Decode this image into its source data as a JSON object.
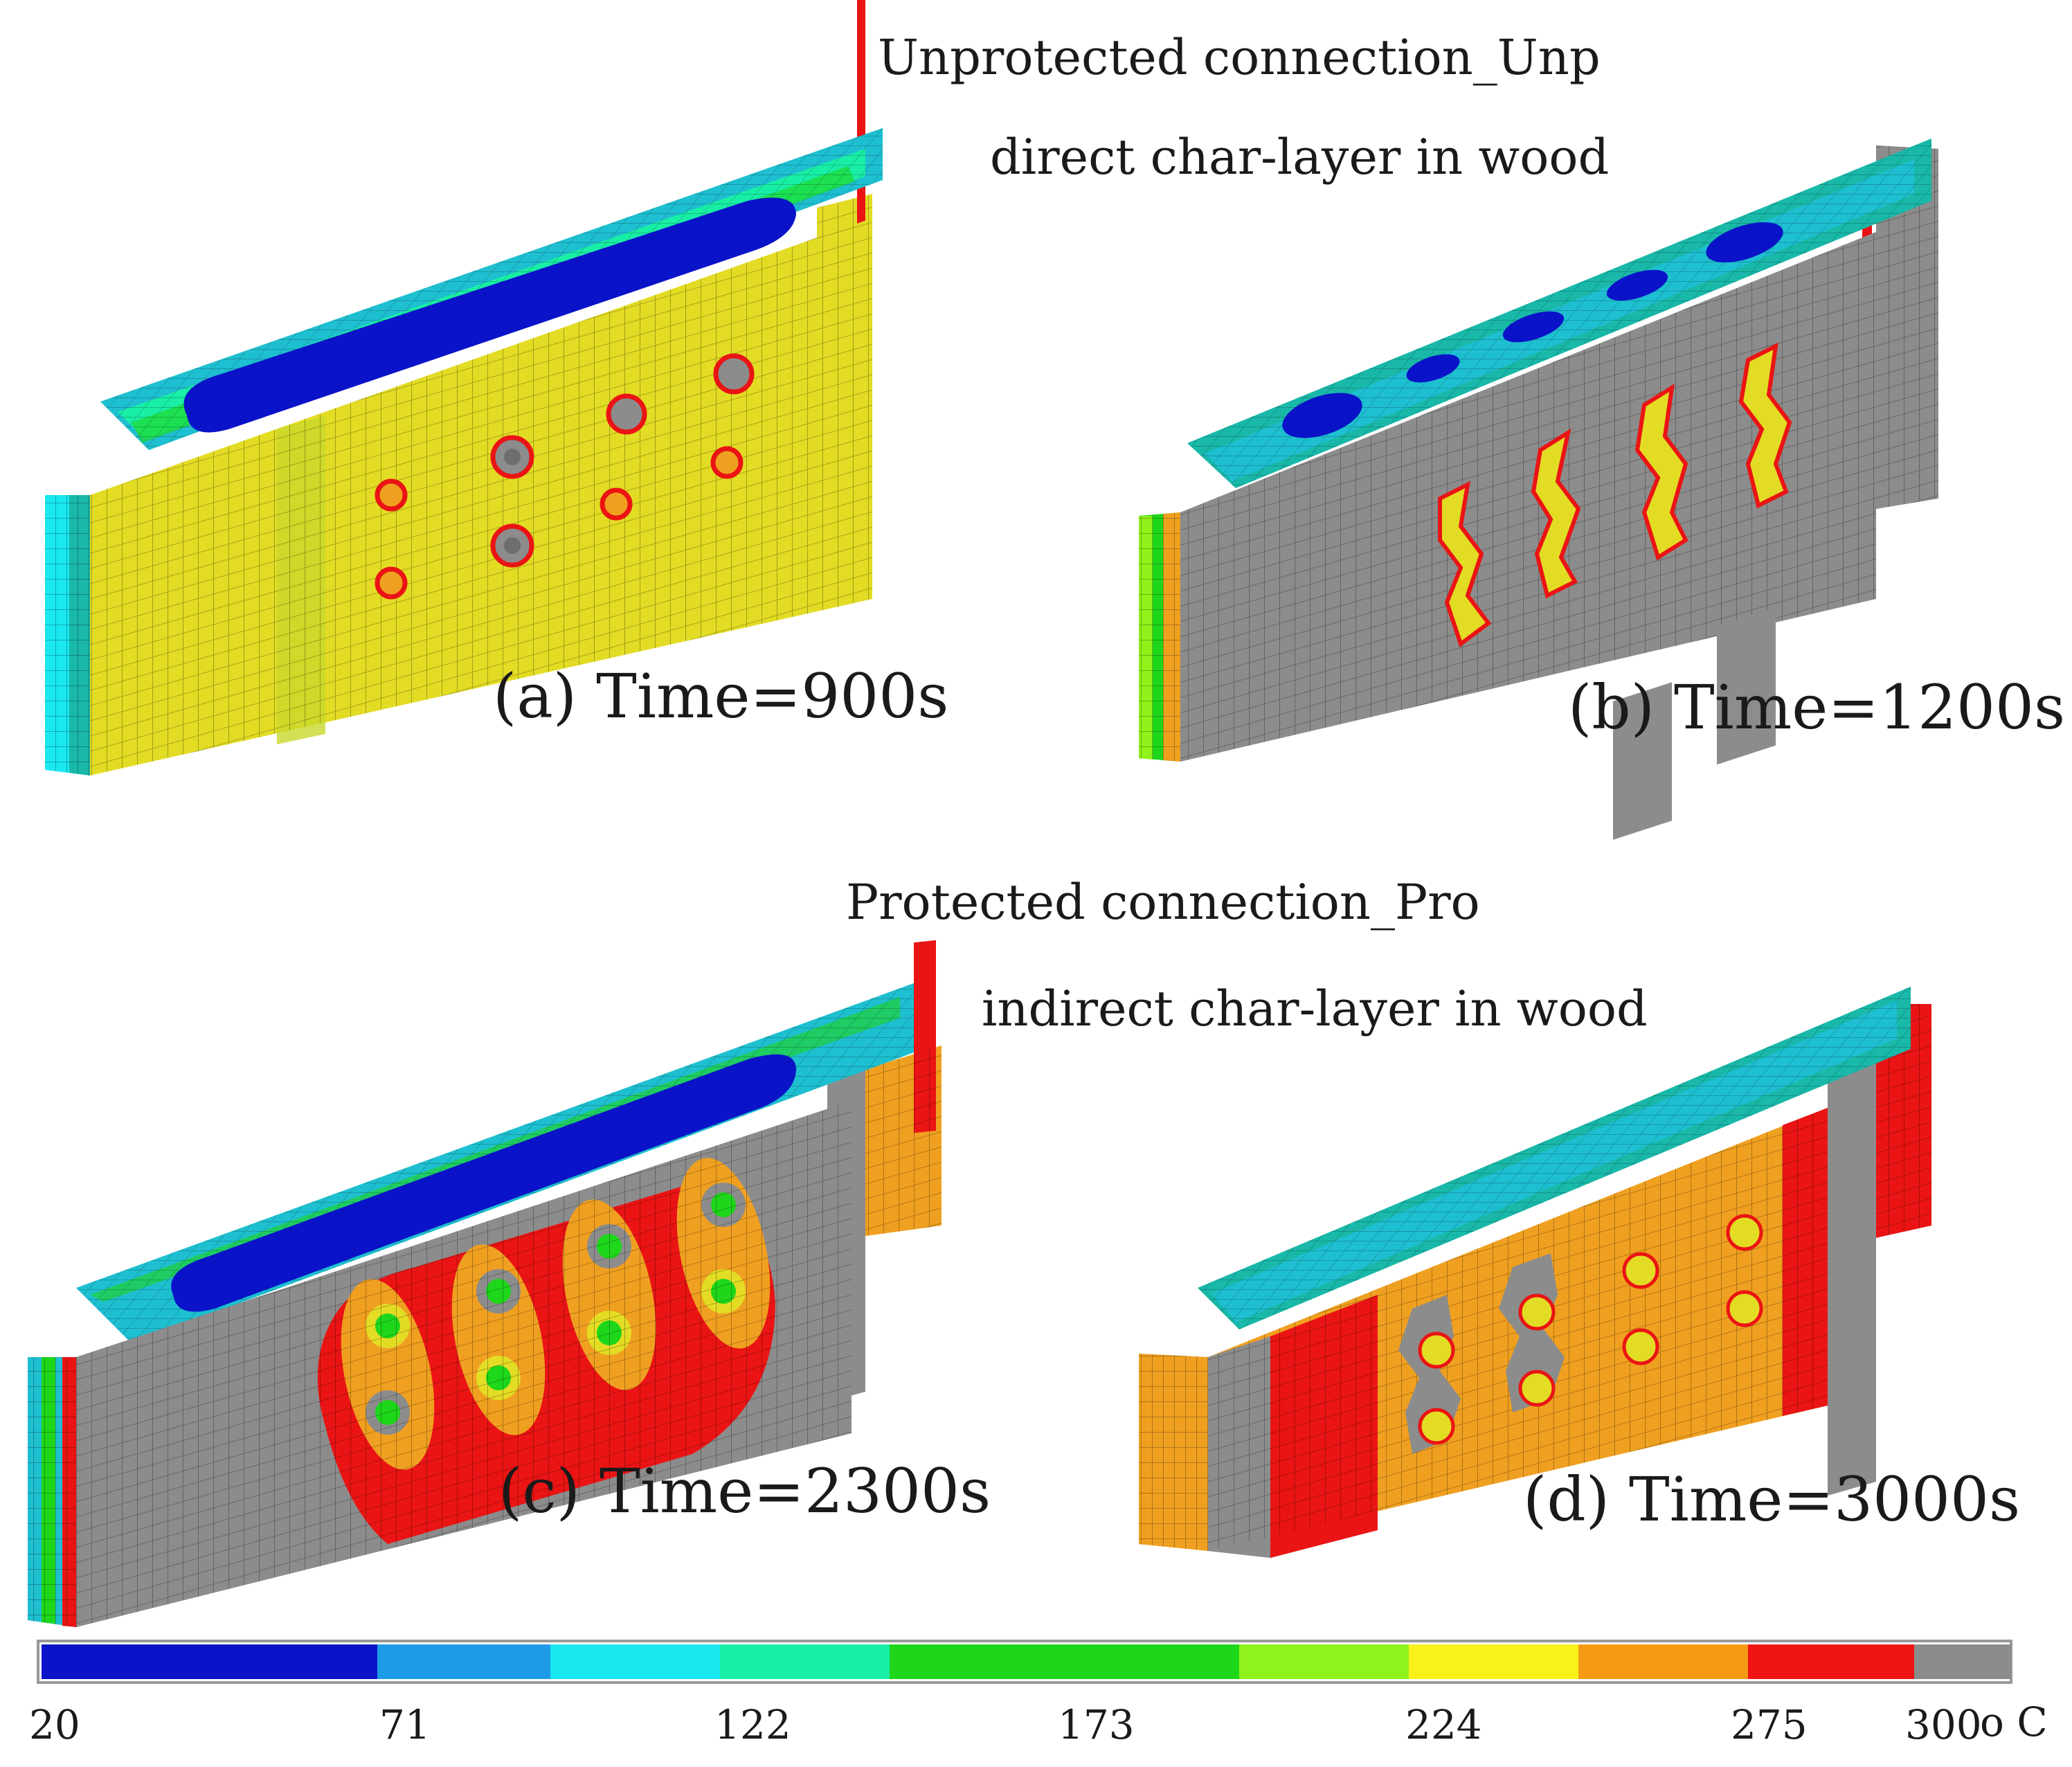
{
  "headings": {
    "unprotected": "Unprotected connection_Unp",
    "unprotected_sub": "direct char-layer in wood",
    "protected": "Protected connection_Pro",
    "protected_sub": "indirect char-layer in wood"
  },
  "panels": [
    {
      "label": "(a)",
      "time": "Time=900s"
    },
    {
      "label": "(b)",
      "time": "Time=1200s"
    },
    {
      "label": "(c)",
      "time": "Time=2300s"
    },
    {
      "label": "(d)",
      "time": "Time=3000s"
    }
  ],
  "legend": {
    "ticks": [
      "20",
      "71",
      "122",
      "173",
      "224",
      "275",
      "300"
    ],
    "unit": "o C",
    "colors": [
      "#0a13c8",
      "#1e9be8",
      "#19e8f0",
      "#19eea5",
      "#1ed61a",
      "#8ff21a",
      "#f8f21a",
      "#f59a14",
      "#f01414",
      "#8c8c8c"
    ]
  },
  "palette": {
    "deep_blue": "#0a13c8",
    "light_blue": "#1e9be8",
    "cyan": "#19e8f0",
    "teal": "#19b8a8",
    "green": "#1ed61a",
    "yellow_green": "#b8d61a",
    "yellow": "#e3dc24",
    "orange": "#f0a020",
    "red": "#ea1414",
    "grey": "#8c8c8c",
    "dark_grey": "#6e6e6e"
  }
}
